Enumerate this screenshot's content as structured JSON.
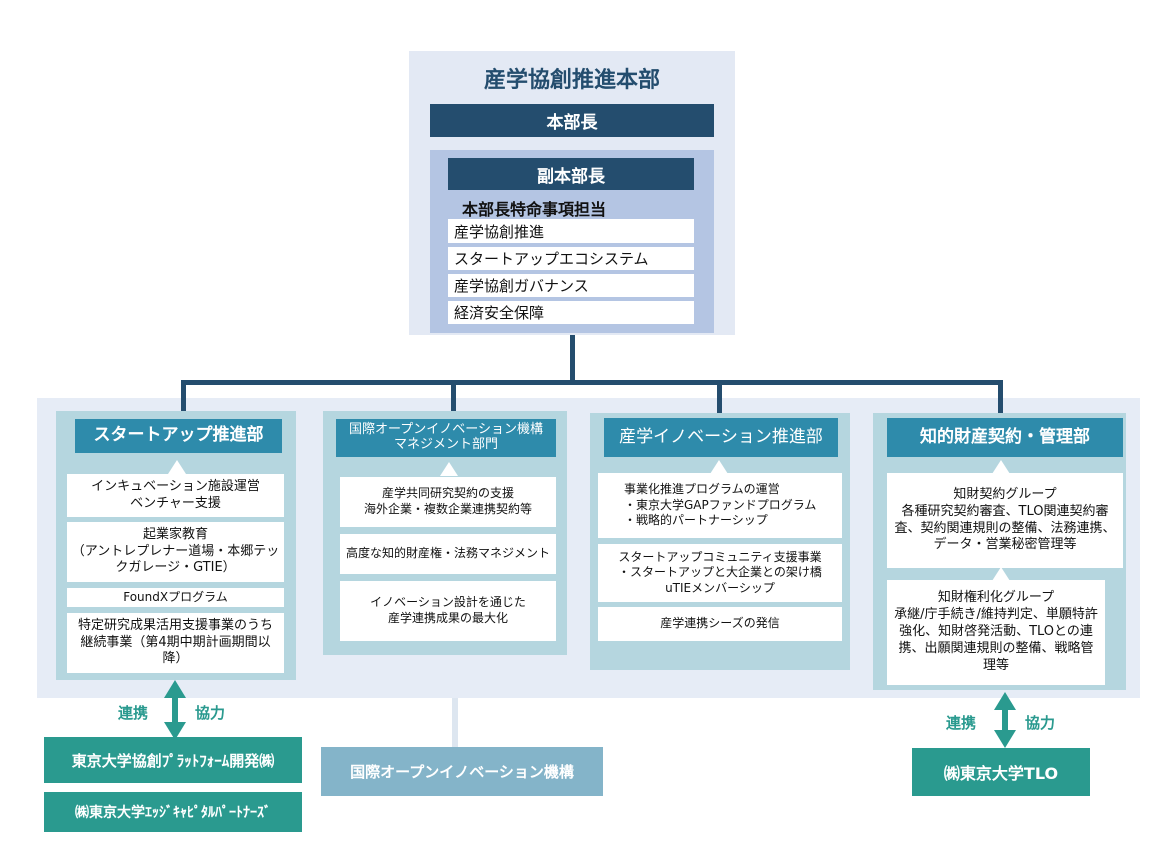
{
  "hq": {
    "title": "産学協創推進本部",
    "head": "本部長",
    "deputy": "副本部長",
    "special_label": "本部長特命事項担当",
    "special_items": [
      "産学協創推進",
      "スタートアップエコシステム",
      "産学協創ガバナンス",
      "経済安全保障"
    ]
  },
  "departments": [
    {
      "title": "スタートアップ推進部",
      "items": [
        [
          "インキュベーション施設運営",
          "ベンチャー支援"
        ],
        [
          "起業家教育",
          "（アントレプレナー道場・本郷テックガレージ・GTIE）"
        ],
        [
          "FoundXプログラム"
        ],
        [
          "特定研究成果活用支援事業のうち継続事業（第4期中期計画期間以降）"
        ]
      ]
    },
    {
      "title": "国際オープンイノベーション機構",
      "title2": "マネジメント部門",
      "items": [
        [
          "産学共同研究契約の支援",
          "海外企業・複数企業連携契約等"
        ],
        [
          "高度な知的財産権・法務マネジメント"
        ],
        [
          "イノベーション設計を通じた",
          "産学連携成果の最大化"
        ]
      ]
    },
    {
      "title": "産学イノベーション推進部",
      "items": [
        [
          "事業化推進プログラムの運営",
          "・東京大学GAPファンドプログラム",
          "・戦略的パートナーシップ"
        ],
        [
          "スタートアップコミュニティ支援事業",
          "・スタートアップと大企業との架け橋",
          "uTIEメンバーシップ"
        ],
        [
          "産学連携シーズの発信"
        ]
      ]
    },
    {
      "title": "知的財産契約・管理部",
      "items": [
        [
          "知財契約グループ",
          "各種研究契約審査、TLO関連契約審査、契約関連規則の整備、法務連携、データ・営業秘密管理等"
        ],
        [
          "知財権利化グループ",
          "承継/庁手続き/維持判定、単願特許強化、知財啓発活動、TLOとの連携、出願関連規則の整備、戦略管理等"
        ]
      ]
    }
  ],
  "links": {
    "left": "連携",
    "right": "協力"
  },
  "external": {
    "platform": "東京大学協創ﾌﾟﾗｯﾄﾌｫｰﾑ開発㈱",
    "edge": "㈱東京大学ｴｯｼﾞｷｬﾋﾟﾀﾙﾊﾟｰﾄﾅｰｽﾞ",
    "oi": "国際オープンイノベーション機構",
    "tlo": "㈱東京大学TLO"
  }
}
